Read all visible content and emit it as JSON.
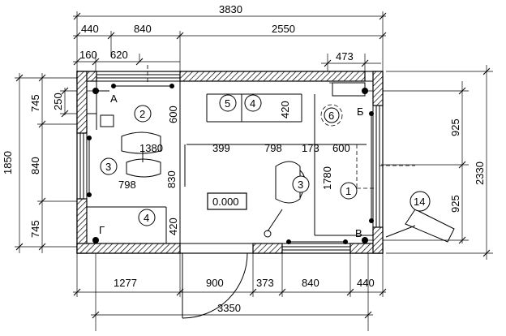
{
  "dimensions": {
    "top_total": "3830",
    "top_row": [
      "440",
      "840",
      "2550"
    ],
    "top_inner": [
      "160",
      "620",
      "473"
    ],
    "bottom_row": [
      "1277",
      "900",
      "373",
      "840",
      "440"
    ],
    "bottom_total": "3350",
    "left_outer": "1850",
    "left_inner": [
      "745",
      "840",
      "745"
    ],
    "left_small": "250",
    "right_total": "2330",
    "right_inner": [
      "925",
      "925"
    ],
    "interior": [
      "1380",
      "399",
      "798",
      "173",
      "600",
      "798",
      "600",
      "420",
      "830",
      "420",
      "1780"
    ]
  },
  "grid_labels": [
    "А",
    "Б",
    "В",
    "Г"
  ],
  "item_markers": [
    "1",
    "2",
    "3",
    "3",
    "4",
    "4",
    "5",
    "6",
    "14"
  ],
  "level_mark": "0.000"
}
